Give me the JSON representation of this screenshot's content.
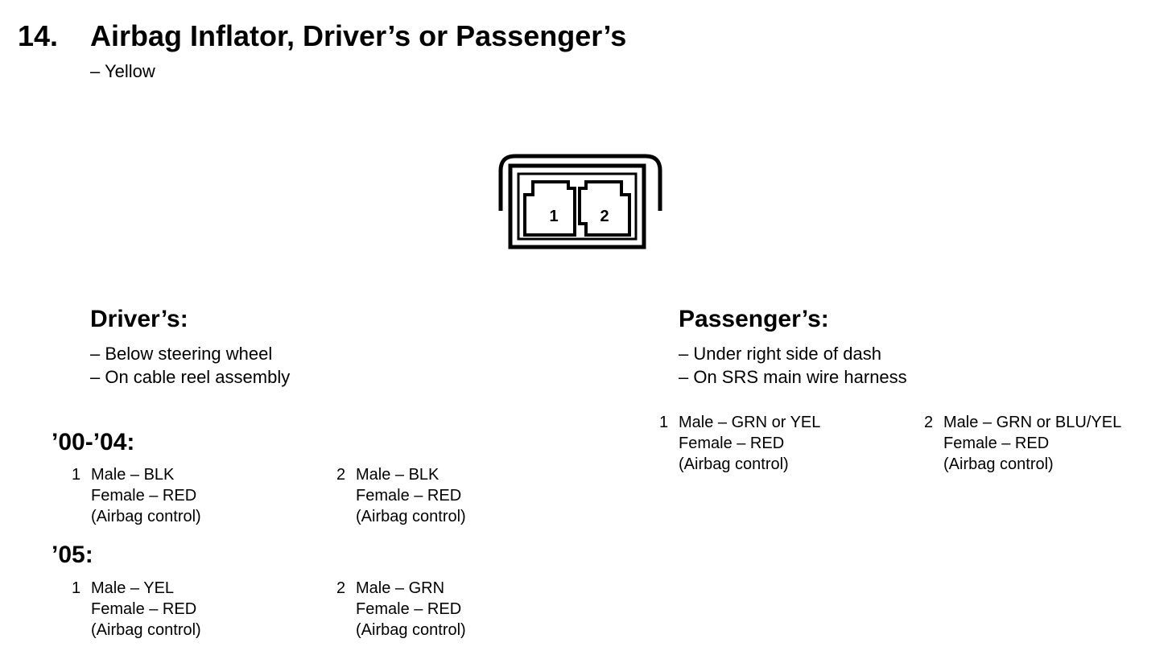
{
  "header": {
    "number": "14.",
    "title": "Airbag Inflator, Driver’s or Passenger’s",
    "subtitle": "– Yellow"
  },
  "connector": {
    "icon": "two-pin-connector-icon",
    "pins": [
      "1",
      "2"
    ]
  },
  "drivers": {
    "heading": "Driver’s:",
    "locations": [
      "– Below steering wheel",
      "– On cable reel assembly"
    ],
    "groups": [
      {
        "year": "’00-’04:",
        "pins": [
          {
            "number": "1",
            "male": "Male – BLK",
            "female": "Female – RED",
            "note": "(Airbag control)"
          },
          {
            "number": "2",
            "male": "Male – BLK",
            "female": "Female – RED",
            "note": "(Airbag control)"
          }
        ]
      },
      {
        "year": "’05:",
        "pins": [
          {
            "number": "1",
            "male": "Male – YEL",
            "female": "Female – RED",
            "note": "(Airbag control)"
          },
          {
            "number": "2",
            "male": "Male – GRN",
            "female": "Female – RED",
            "note": "(Airbag control)"
          }
        ]
      }
    ]
  },
  "passengers": {
    "heading": "Passenger’s:",
    "locations": [
      "– Under right side of dash",
      "– On SRS main wire harness"
    ],
    "pins": [
      {
        "number": "1",
        "male": "Male – GRN or YEL",
        "female": "Female – RED",
        "note": "(Airbag control)"
      },
      {
        "number": "2",
        "male": "Male – GRN or BLU/YEL",
        "female": "Female – RED",
        "note": "(Airbag control)"
      }
    ]
  }
}
